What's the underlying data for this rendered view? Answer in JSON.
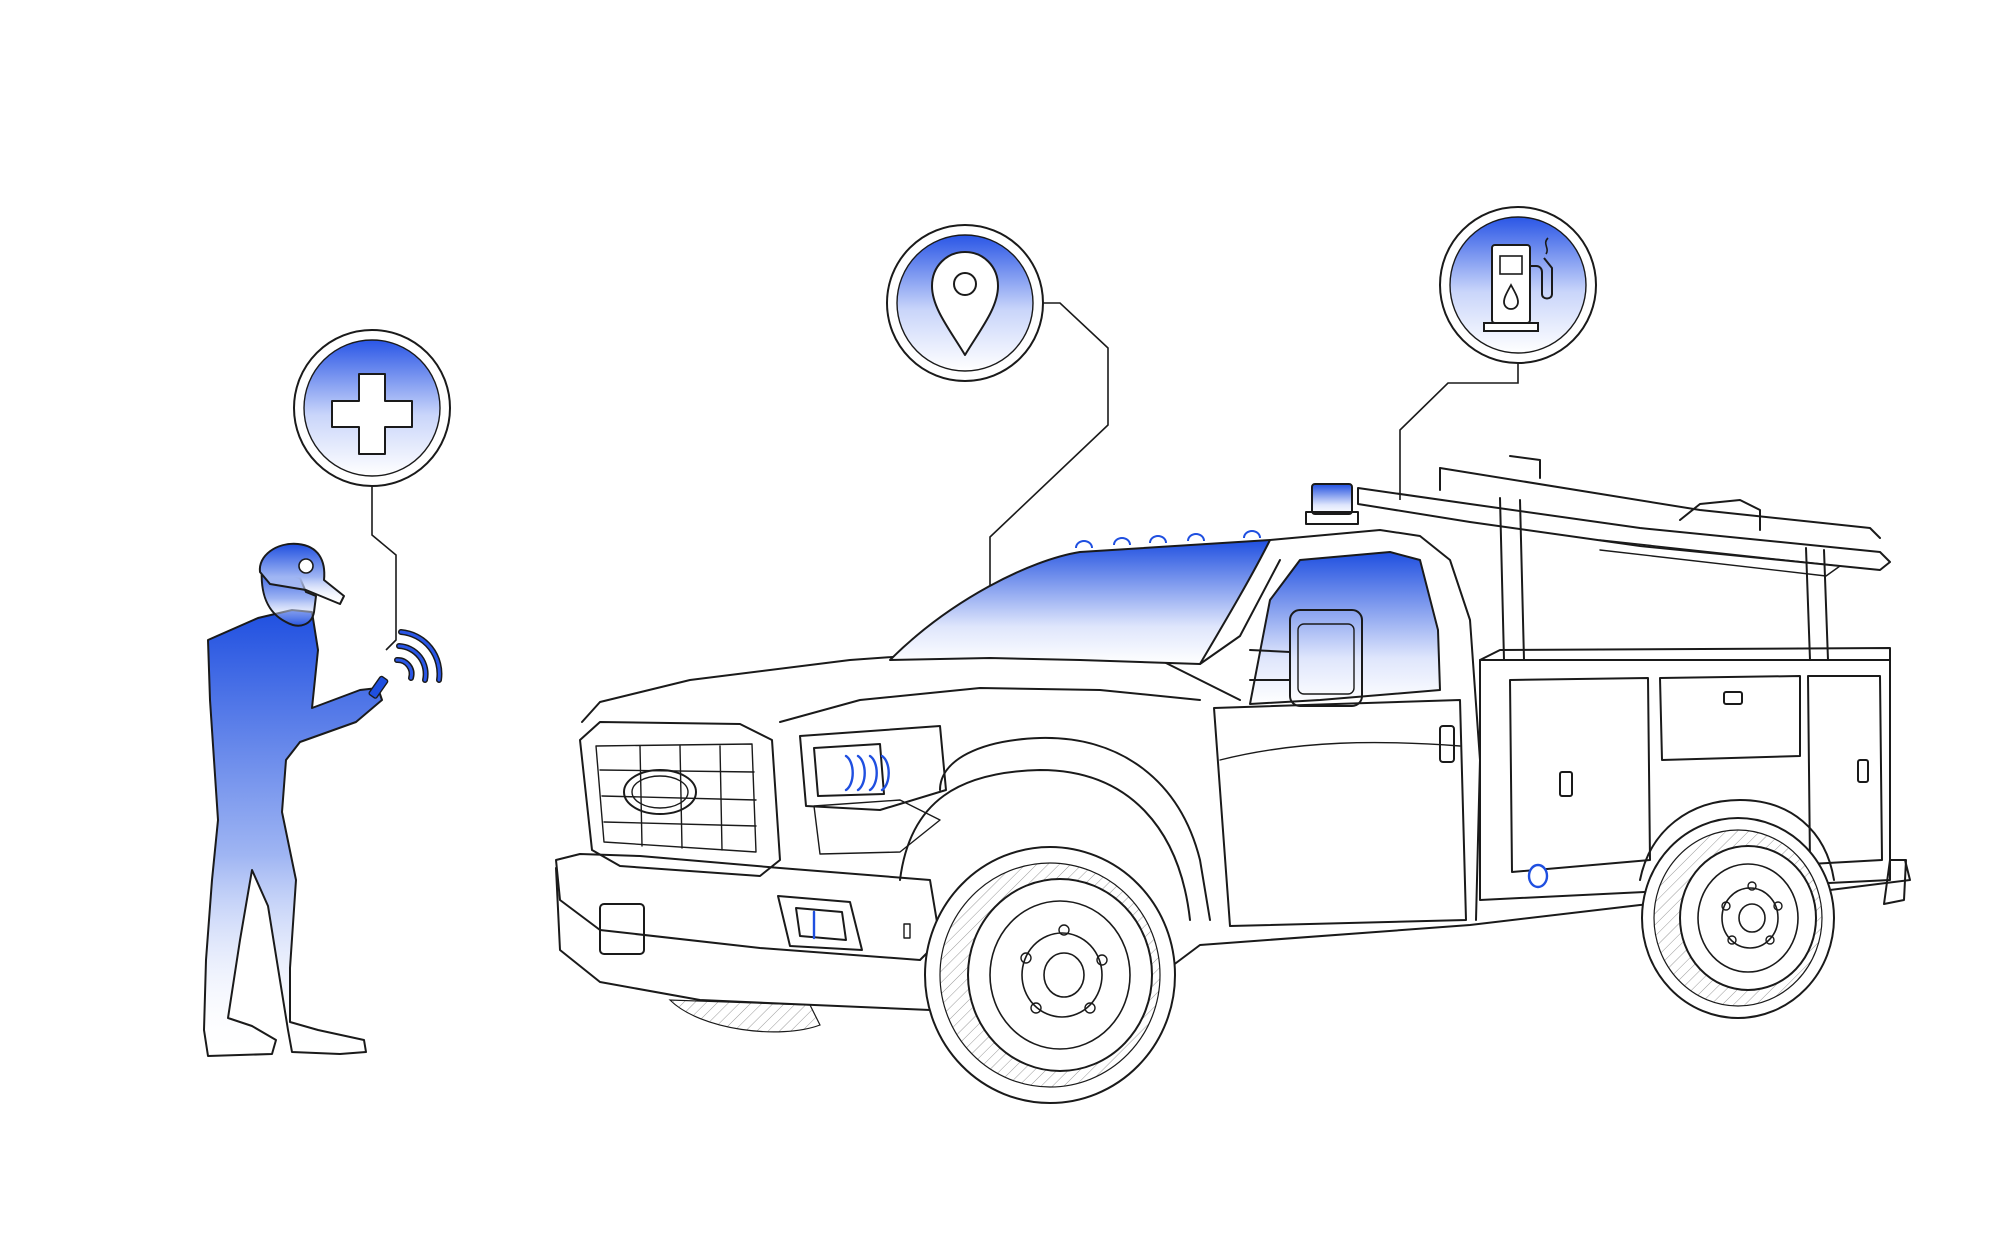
{
  "scene": {
    "accent_color": "#1f4fe0",
    "line_color": "#1a1a1a",
    "background": "#ffffff"
  },
  "badges": [
    {
      "id": "medical",
      "icon": "plus-icon"
    },
    {
      "id": "location",
      "icon": "map-pin-icon"
    },
    {
      "id": "fuel",
      "icon": "fuel-pump-icon"
    }
  ],
  "illustration": {
    "figure": "technician-with-phone",
    "vehicle": "utility-service-truck",
    "signal": "wireless-signal-icon"
  }
}
